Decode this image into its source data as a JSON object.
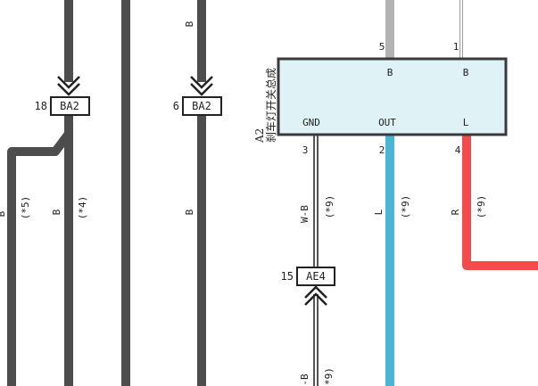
{
  "colors": {
    "wire_black": "#4d4d4d",
    "wire_gray": "#b3b3b3",
    "wire_blue": "#4bb6d3",
    "wire_red": "#f24b4b",
    "component_fill": "#dff2f6",
    "component_stroke": "#3a3a3a",
    "connector_stroke": "#222222"
  },
  "component": {
    "code": "A2",
    "name": "刹车灯开关总成",
    "pins_top": [
      {
        "num": "5",
        "label": "B"
      },
      {
        "num": "1",
        "label": "B"
      }
    ],
    "pins_bottom": [
      {
        "num": "3",
        "label": "GND"
      },
      {
        "num": "2",
        "label": "OUT"
      },
      {
        "num": "4",
        "label": "L"
      }
    ]
  },
  "connectors": [
    {
      "pin": "18",
      "code": "BA2"
    },
    {
      "pin": "6",
      "code": "BA2"
    },
    {
      "pin": "15",
      "code": "AE4"
    }
  ],
  "wire_labels": {
    "left_edge_color": "B",
    "left_edge_note": "(*5)",
    "wire1_color": "B",
    "wire1_note": "(*4)",
    "wire3_top_color": "B",
    "wire3_bottom_color": "B",
    "gnd_color": "W-B",
    "gnd_note": "(*9)",
    "out_color": "L",
    "out_note": "(*9)",
    "l_color": "R",
    "l_note": "(*9)",
    "bottom_color": "-B",
    "bottom_note": "*9)"
  }
}
